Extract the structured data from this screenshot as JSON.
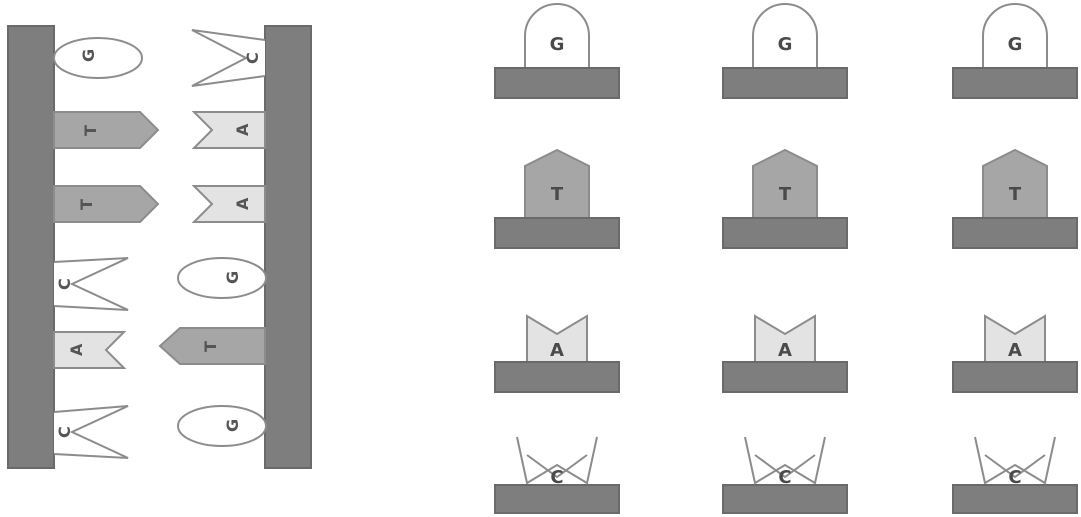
{
  "colors": {
    "backbone": "#7e7e7e",
    "backbone_edge": "#6a6a6a",
    "t_fill": "#a6a6a6",
    "a_fill": "#e3e3e3",
    "g_fill": "#ffffff",
    "outline": "#8c8c8c",
    "letter": "#4a4a4a"
  },
  "duplex": {
    "left_strand": [
      "G",
      "T",
      "T",
      "C",
      "A",
      "C"
    ],
    "right_strand": [
      "C",
      "A",
      "A",
      "G",
      "T",
      "G"
    ]
  },
  "grid": {
    "rows": [
      {
        "label": "G",
        "shape": "round"
      },
      {
        "label": "T",
        "shape": "pointed"
      },
      {
        "label": "A",
        "shape": "v-notch"
      },
      {
        "label": "C",
        "shape": "wide-v"
      }
    ],
    "columns": 3
  }
}
